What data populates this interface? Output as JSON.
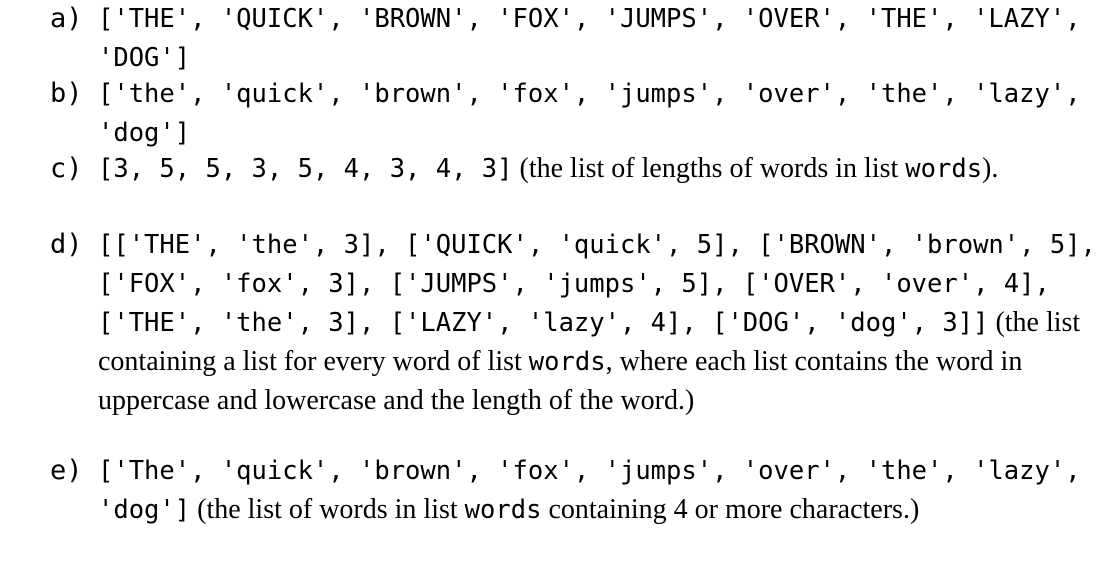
{
  "items": [
    {
      "marker": "a)",
      "code": "['THE', 'QUICK', 'BROWN', 'FOX', 'JUMPS', 'OVER', 'THE', 'LAZY', 'DOG']"
    },
    {
      "marker": "b)",
      "code": "['the', 'quick', 'brown', 'fox', 'jumps', 'over', 'the', 'lazy', 'dog']"
    },
    {
      "marker": "c)",
      "code": "[3, 5, 5, 3, 5, 4, 3, 4, 3]",
      "text_a": " (the list of lengths of words in list ",
      "code_b": "words",
      "text_b": ")."
    },
    {
      "marker": "d)",
      "code": "[['THE', 'the', 3], ['QUICK', 'quick', 5], ['BROWN', 'brown', 5], ['FOX', 'fox', 3], ['JUMPS', 'jumps', 5], ['OVER', 'over', 4], ['THE', 'the', 3], ['LAZY', 'lazy', 4], ['DOG', 'dog', 3]]",
      "text_a": " (the list containing a list for every word of list ",
      "code_b": "words",
      "text_b": ", where each list contains the word in uppercase and lowercase and the length of the word.)"
    },
    {
      "marker": "e)",
      "code": "['The', 'quick', 'brown', 'fox', 'jumps', 'over', 'the', 'lazy', 'dog']",
      "text_a": " (the list of words in list ",
      "code_b": "words",
      "text_b": " containing 4 or more characters.)"
    }
  ]
}
